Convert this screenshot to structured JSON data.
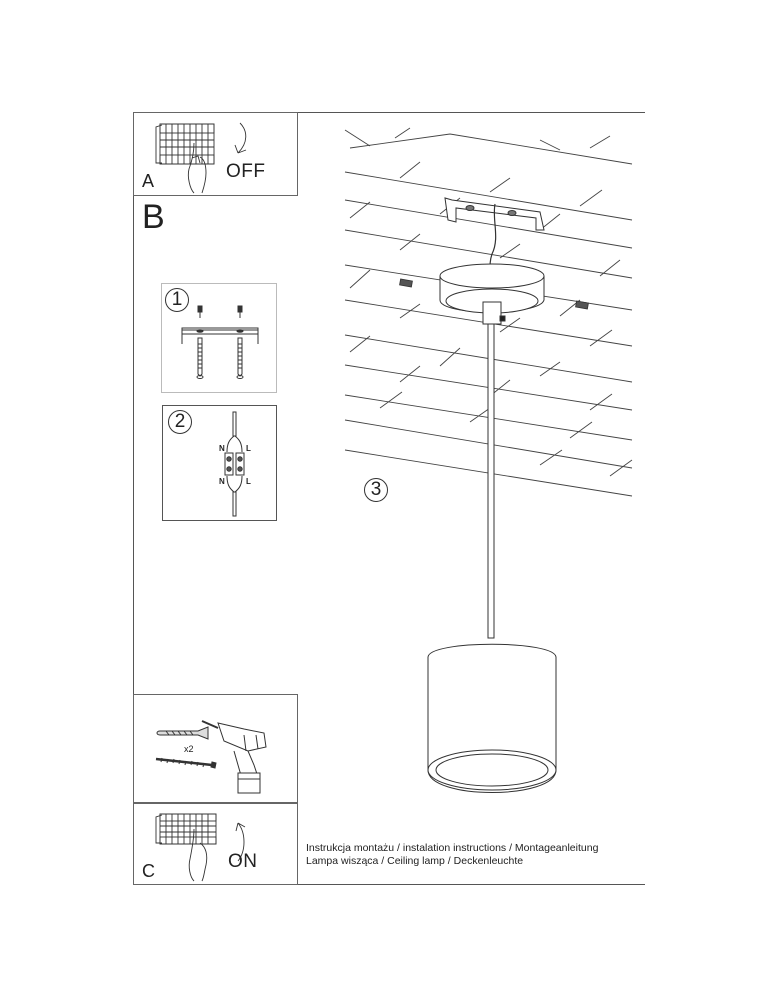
{
  "document": {
    "type": "assembly-instructions",
    "product": "Ceiling lamp (pendant)"
  },
  "panels": {
    "a": {
      "label": "A",
      "action": "OFF",
      "icon": "circuit-breaker-icon"
    },
    "b": {
      "label": "B"
    },
    "c": {
      "label": "C",
      "action": "ON",
      "icon": "circuit-breaker-icon"
    }
  },
  "steps": [
    {
      "number": "1",
      "description": "Mount bracket with screws and wall plugs",
      "icon": "mounting-bracket-icon"
    },
    {
      "number": "2",
      "description": "Connect wires to terminal block",
      "icon": "terminal-block-icon",
      "wire_labels": {
        "top_left": "N",
        "top_right": "L",
        "bottom_left": "N",
        "bottom_right": "L"
      }
    },
    {
      "number": "3",
      "description": "Attach canopy and hang lamp",
      "icon": "pendant-lamp-icon"
    }
  ],
  "tools": {
    "quantity": "x2",
    "items": [
      "wall-plug-icon",
      "screw-icon",
      "drill-icon"
    ]
  },
  "caption": {
    "line1": "Instrukcja montażu / instalation instructions / Montageanleitung",
    "line2": "Lampa wisząca / Ceiling lamp / Deckenleuchte"
  },
  "colors": {
    "line": "#333333",
    "frame": "#555555",
    "background": "#ffffff"
  }
}
